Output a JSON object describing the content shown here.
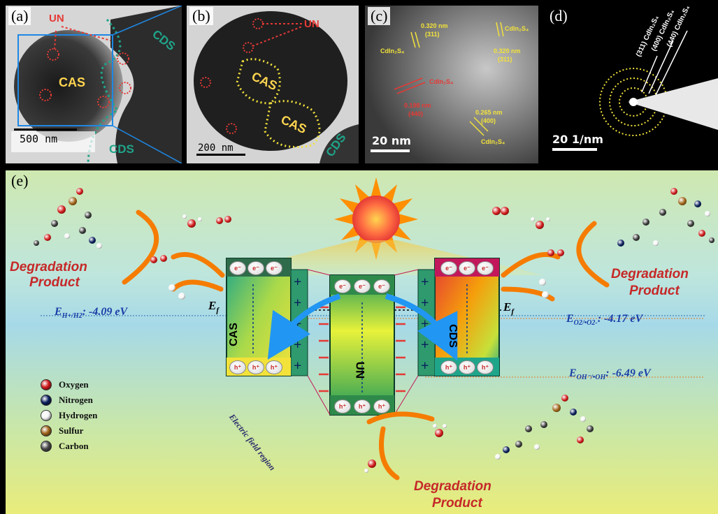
{
  "panels": {
    "a": {
      "label": "(a)",
      "un": "UN",
      "cas": "CAS",
      "cds_top": "CDS",
      "cds_bottom": "CDS",
      "scale": "500 nm"
    },
    "b": {
      "label": "(b)",
      "un": "UN",
      "cas1": "CAS",
      "cas2": "CAS",
      "cds": "CDS",
      "scale": "200 nm"
    },
    "c": {
      "label": "(c)",
      "scale": "20 nm",
      "ann1": "0.320 nm",
      "ann1b": "(311)",
      "ann1c": "CdIn₂S₄",
      "ann2": "CdIn₂S₄",
      "ann2b": "0.320 nm",
      "ann2c": "(311)",
      "ann3": "CdIn₂S₄",
      "ann3b": "0.198 nm",
      "ann3c": "(440)",
      "ann4": "0.265 nm",
      "ann4b": "(400)",
      "ann4c": "CdIn₂S₄"
    },
    "d": {
      "label": "(d)",
      "scale": "20 1/nm",
      "ring1": "(311) CdIn₂S₄",
      "ring2": "(400) CdIn₂S₄",
      "ring3": "(440) CdIn₂S₄"
    }
  },
  "scheme": {
    "label": "(e)",
    "deg_left": [
      "Degradation",
      "Product"
    ],
    "deg_right": [
      "Degradation",
      "Product"
    ],
    "deg_bottom": [
      "Degradation",
      "Product"
    ],
    "cas": "CAS",
    "un": "UN",
    "cds": "CDS",
    "ef_left": "E",
    "ef_sub": "f",
    "ef_right": "E",
    "e_h2": "E",
    "e_h2_sub": "H+/H2",
    "e_h2_val": ": -4.09 eV",
    "e_o2": "E",
    "e_o2_sub": "O2/•O2-",
    "e_o2_val": ": -4.17 eV",
    "e_oh": "E",
    "e_oh_sub": "OH⁻/•OH",
    "e_oh_val": ": -6.49 eV",
    "efield": "Electric field region",
    "electron": "e⁻",
    "hole": "h⁺",
    "legend": [
      {
        "name": "Oxygen",
        "color": "#d11a1a"
      },
      {
        "name": "Nitrogen",
        "color": "#0a1f5c"
      },
      {
        "name": "Hydrogen",
        "color": "#f4f4f4"
      },
      {
        "name": "Sulfur",
        "color": "#a0661a"
      },
      {
        "name": "Carbon",
        "color": "#4a4a4a"
      }
    ]
  }
}
